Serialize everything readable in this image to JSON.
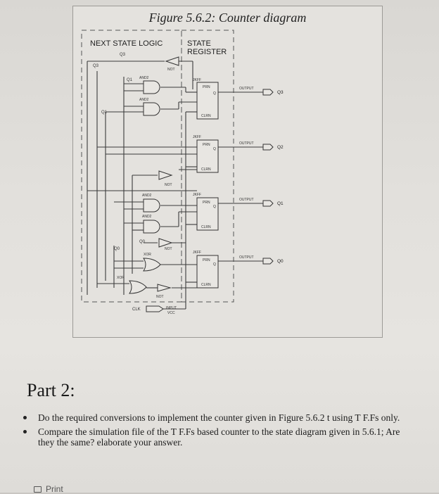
{
  "figure": {
    "title": "Figure 5.6.2: Counter diagram",
    "labels": {
      "next_state_logic": "NEXT STATE LOGIC",
      "state_register_1": "STATE",
      "state_register_2": "REGISTER",
      "q3_top": "Q3",
      "q3_left": "Q3",
      "q1_top": "Q1",
      "q1_left": "Q1",
      "q0_mid": "Q0",
      "q0_left": "Q0",
      "and2": "AND2",
      "not": "NOT",
      "xor": "XOR",
      "clk": "CLK",
      "input": "INPUT",
      "vcc": "VCC",
      "jkff": "JKFF",
      "prn": "PRN",
      "clrn": "CLRN",
      "q": "Q",
      "output": "OUTPUT",
      "out_q3": "Q3",
      "out_q2": "Q2",
      "out_q1": "Q1",
      "out_q0": "Q0"
    }
  },
  "content": {
    "part_title": "Part 2:",
    "bullets": [
      "Do the required conversions to implement the counter given in Figure 5.6.2 t using T F.Fs only.",
      "Compare the simulation file of the T F.Fs based counter to the state diagram given in 5.6.1; Are they the same? elaborate your answer."
    ],
    "print_label": "Print"
  }
}
